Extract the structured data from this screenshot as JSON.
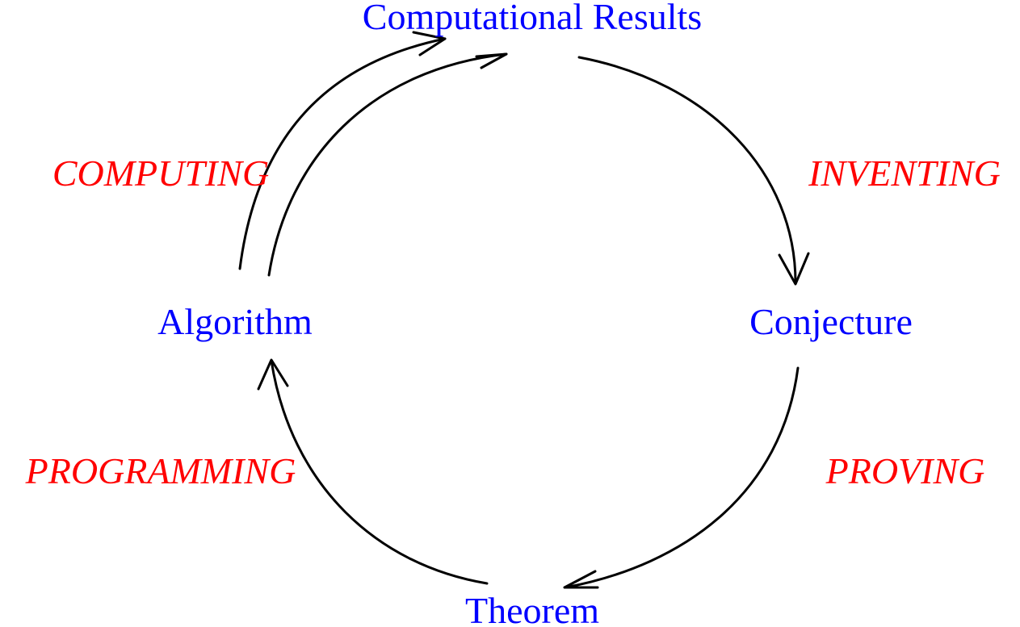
{
  "colors": {
    "node_text": "#0000ff",
    "edge_text": "#ff0000",
    "arrow": "#000000",
    "background": "#ffffff"
  },
  "nodes": {
    "computational_results": "Computational Results",
    "conjecture": "Conjecture",
    "theorem": "Theorem",
    "algorithm": "Algorithm"
  },
  "edges": {
    "inventing": "INVENTING",
    "proving": "PROVING",
    "programming": "PROGRAMMING",
    "computing": "COMPUTING"
  },
  "arrowhead": "open-chevron"
}
